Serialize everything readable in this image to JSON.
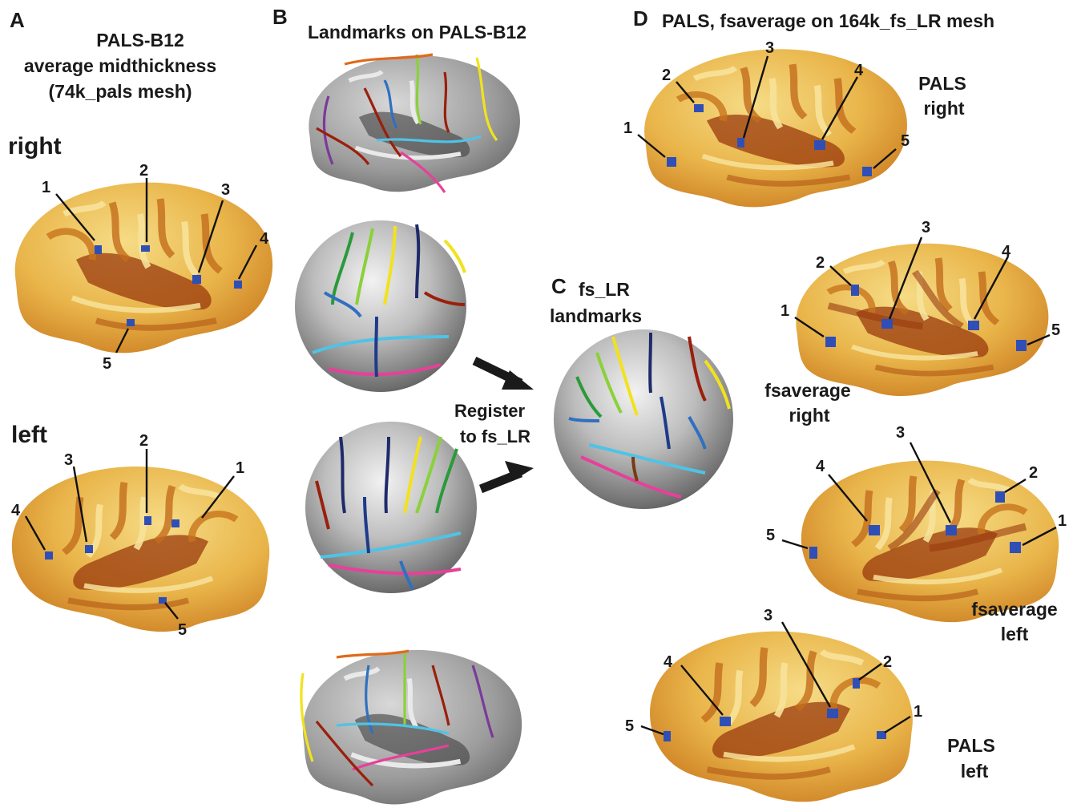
{
  "panels": {
    "a": {
      "letter": "A",
      "title_lines": [
        "PALS-B12",
        "average midthickness",
        "(74k_pals mesh)"
      ],
      "right_label": "right",
      "left_label": "left",
      "right_numbers": [
        "1",
        "2",
        "3",
        "4",
        "5"
      ],
      "left_numbers": [
        "1",
        "2",
        "3",
        "4",
        "5"
      ]
    },
    "b": {
      "letter": "B",
      "title": "Landmarks on PALS-B12"
    },
    "c": {
      "letter": "C",
      "title_lines": [
        "fs_LR",
        "landmarks"
      ],
      "register_lines": [
        "Register",
        "to fs_LR"
      ]
    },
    "d": {
      "letter": "D",
      "title": "PALS, fsaverage on 164k_fs_LR mesh",
      "pals_right_lines": [
        "PALS",
        "right"
      ],
      "fsaverage_right_lines": [
        "fsaverage",
        "right"
      ],
      "fsaverage_left_lines": [
        "fsaverage",
        "left"
      ],
      "pals_left_lines": [
        "PALS",
        "left"
      ],
      "numbers": [
        "1",
        "2",
        "3",
        "4",
        "5"
      ]
    }
  },
  "colors": {
    "brain_light": "#f2d57a",
    "brain_mid": "#dfa030",
    "brain_dark": "#8a2a0a",
    "gray_surface": "#9a9a9a",
    "marker_blue": "#2f4fb7",
    "landmark_colors": [
      "#f2e21d",
      "#9a1f0c",
      "#2a9a3a",
      "#8ad13a",
      "#1e3a8a",
      "#3070c0",
      "#4fc3e6",
      "#e7409a",
      "#7a3a9a",
      "#e06a1a",
      "#7a3a10",
      "#1e2a6a"
    ]
  }
}
